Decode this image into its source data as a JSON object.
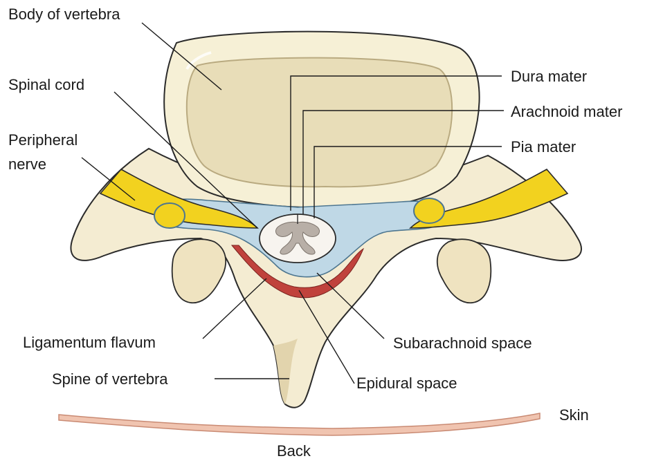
{
  "labels": {
    "body_of_vertebra": "Body of vertebra",
    "spinal_cord": "Spinal cord",
    "peripheral_nerve_line1": "Peripheral",
    "peripheral_nerve_line2": "nerve",
    "dura_mater": "Dura mater",
    "arachnoid_mater": "Arachnoid mater",
    "pia_mater": "Pia mater",
    "ligamentum_flavum": "Ligamentum flavum",
    "spine_of_vertebra": "Spine of vertebra",
    "subarachnoid_space": "Subarachnoid space",
    "epidural_space": "Epidural space",
    "skin": "Skin",
    "back": "Back"
  },
  "colors": {
    "bone": "#f4ecd2",
    "bone_shade": "#e2d4ad",
    "vertebral_body_inner": "#e8ddb8",
    "outline": "#2b2b2b",
    "nerve": "#f2d21f",
    "nerve_shade": "#d9b400",
    "dura": "#bfd8e6",
    "ligament": "#c0423c",
    "cord_white": "#f7f4ef",
    "grey_matter": "#b8afa7",
    "skin": "#f0c4b0"
  }
}
